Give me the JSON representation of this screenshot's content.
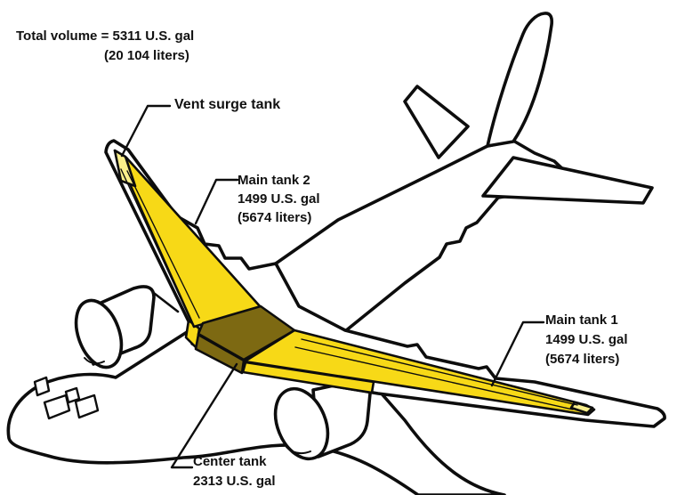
{
  "diagram": {
    "labels": {
      "total_volume": {
        "line1": "Total volume = 5311 U.S. gal",
        "line2": "(20 104 liters)"
      },
      "vent_surge_tank": {
        "line1": "Vent surge tank"
      },
      "main_tank_2": {
        "line1": "Main tank 2",
        "line2": "1499 U.S. gal",
        "line3": "(5674 liters)"
      },
      "main_tank_1": {
        "line1": "Main tank 1",
        "line2": "1499 U.S. gal",
        "line3": "(5674 liters)"
      },
      "center_tank": {
        "line1": "Center tank",
        "line2": "2313 U.S. gal"
      }
    },
    "colors": {
      "main_tank": "#f7d917",
      "vent_surge_tank": "#faef8a",
      "center_tank": "#7d6912",
      "outline": "#0d0d0d",
      "background": "#ffffff"
    }
  }
}
